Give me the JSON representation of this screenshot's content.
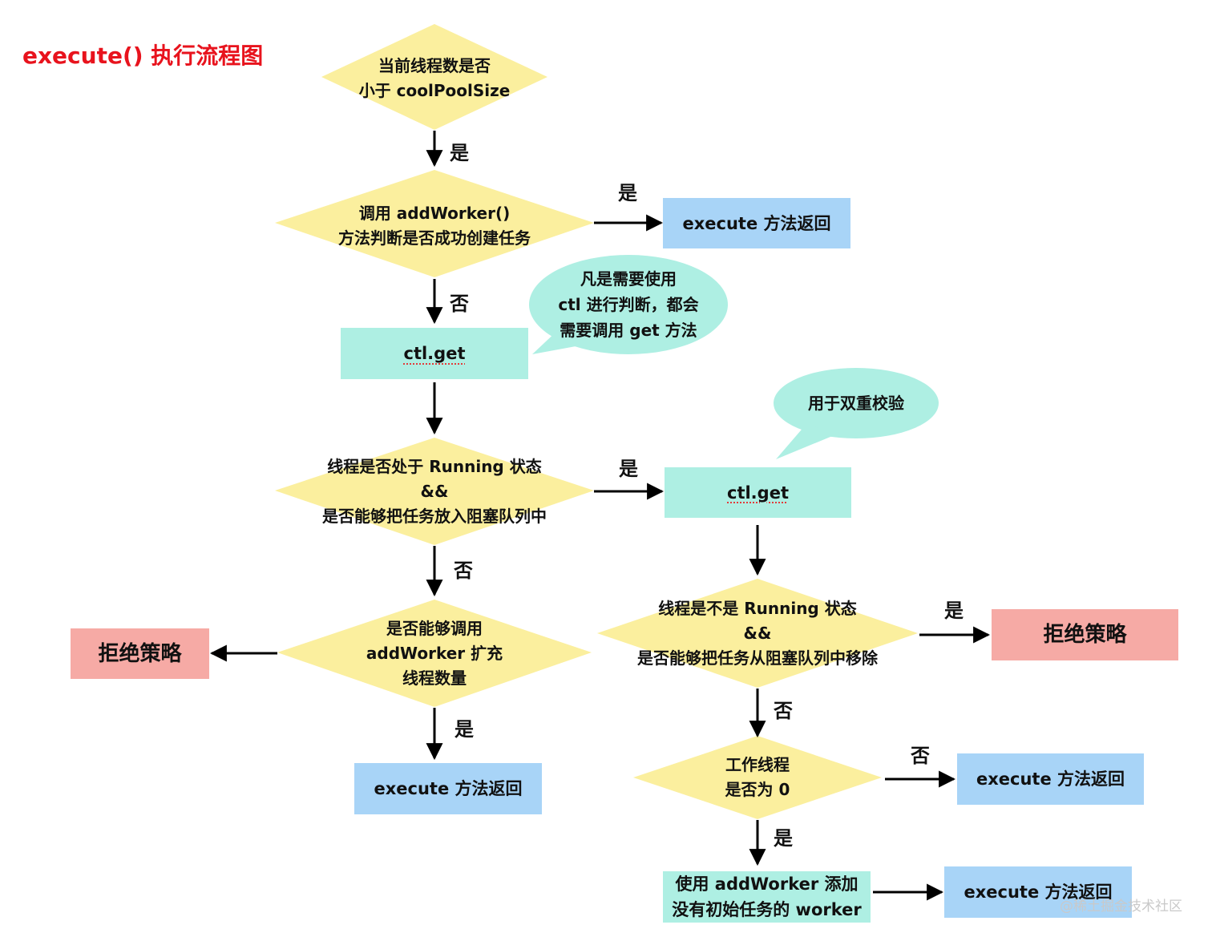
{
  "title": "execute() 执行流程图",
  "colors": {
    "decision_fill": "#fbef9e",
    "return_fill": "#a8d4f7",
    "ctl_fill": "#aeefe3",
    "reject_fill": "#f6aaa5",
    "bubble_fill": "#aeefe3",
    "title_color": "#e8131d",
    "arrow_color": "#000000"
  },
  "nodes": {
    "d1": [
      "当前线程数是否",
      "小于 coolPoolSize"
    ],
    "d2": [
      "调用 addWorker()",
      "方法判断是否成功创建任务"
    ],
    "r1": "execute 方法返回",
    "c1": "ctl.get",
    "bubble1": [
      "凡是需要使用",
      "ctl 进行判断，都会",
      "需要调用 get 方法"
    ],
    "d3": [
      "线程是否处于 Running 状态",
      "&&",
      "是否能够把任务放入阻塞队列中"
    ],
    "c2": "ctl.get",
    "bubble2": "用于双重校验",
    "d4": [
      "是否能够调用",
      "addWorker 扩充",
      "线程数量"
    ],
    "rej1": "拒绝策略",
    "r2": "execute 方法返回",
    "d5": [
      "线程是不是 Running 状态",
      "&&",
      "是否能够把任务从阻塞队列中移除"
    ],
    "rej2": "拒绝策略",
    "d6": [
      "工作线程",
      "是否为 0"
    ],
    "r3": "execute 方法返回",
    "n1": [
      "使用 addWorker 添加",
      "没有初始任务的 worker"
    ],
    "r4": "execute 方法返回"
  },
  "edge_labels": {
    "d1_d2": "是",
    "d2_r1": "是",
    "d2_c1": "否",
    "d3_c2": "是",
    "d3_d4": "否",
    "d4_r2": "是",
    "d5_rej2": "是",
    "d5_d6": "否",
    "d6_r3": "否",
    "d6_n1": "是"
  },
  "watermark": "@稀土掘金技术社区"
}
